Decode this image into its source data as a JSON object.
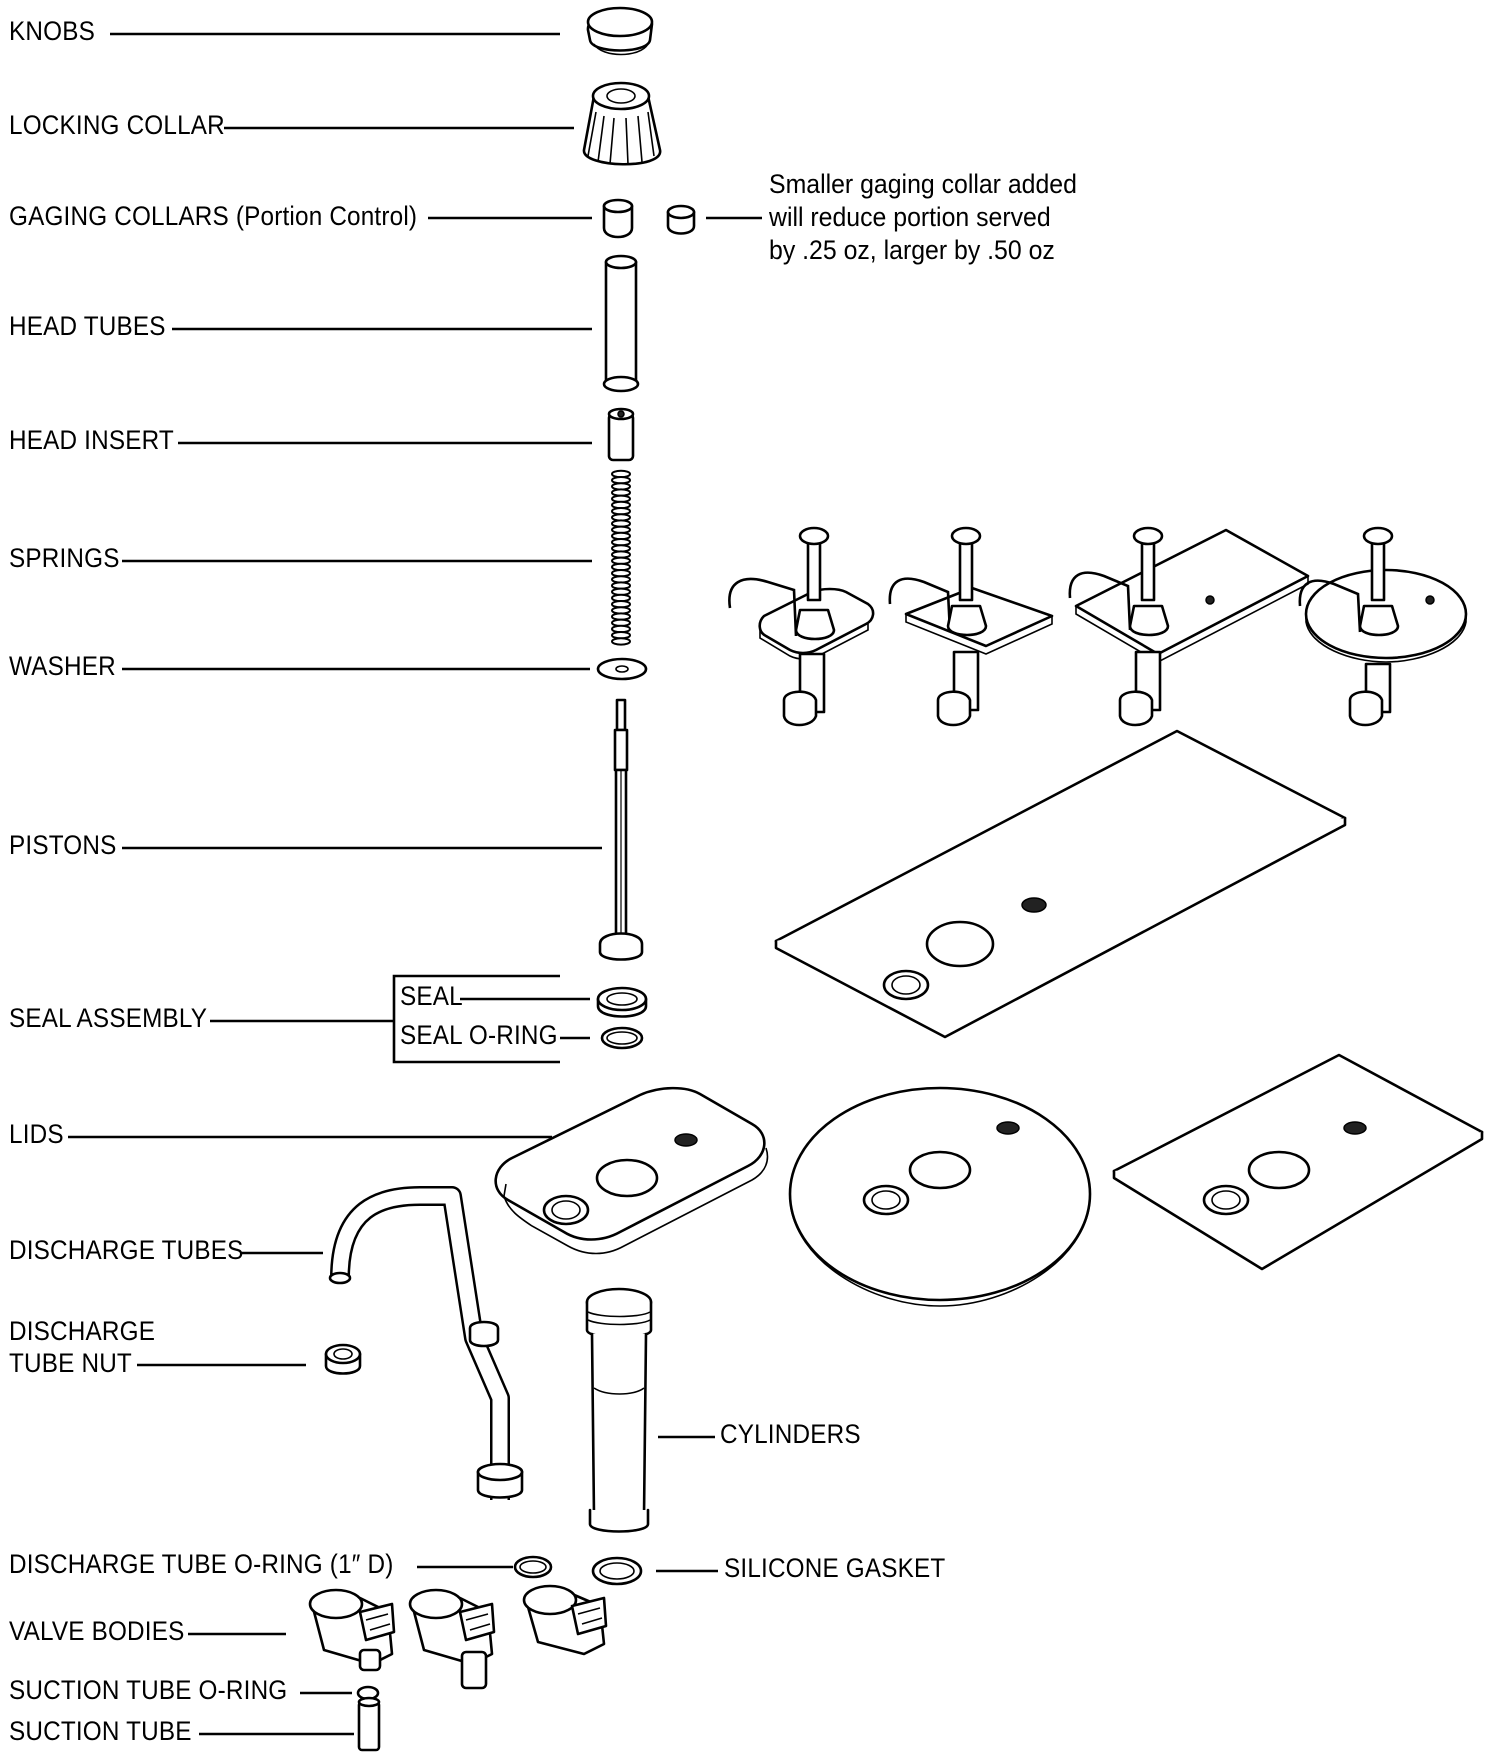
{
  "labels": {
    "knobs": "KNOBS",
    "locking_collar": "LOCKING COLLAR",
    "gaging_collars": "GAGING COLLARS (Portion Control)",
    "head_tubes": "HEAD TUBES",
    "head_insert": "HEAD INSERT",
    "springs": "SPRINGS",
    "washer": "WASHER",
    "pistons": "PISTONS",
    "seal_assembly": "SEAL ASSEMBLY",
    "seal": "SEAL",
    "seal_o_ring": "SEAL O-RING",
    "lids": "LIDS",
    "discharge_tubes": "DISCHARGE TUBES",
    "discharge_tube_nut_line1": "DISCHARGE",
    "discharge_tube_nut_line2": "TUBE NUT",
    "cylinders": "CYLINDERS",
    "discharge_tube_o_ring": "DISCHARGE TUBE O-RING (1″ D)",
    "silicone_gasket": "SILICONE GASKET",
    "valve_bodies": "VALVE BODIES",
    "suction_tube_o_ring": "SUCTION TUBE O-RING",
    "suction_tube": "SUCTION TUBE"
  },
  "note": {
    "line1": "Smaller gaging collar added",
    "line2": "will reduce portion served",
    "line3": "by .25 oz, larger by .50 oz"
  }
}
